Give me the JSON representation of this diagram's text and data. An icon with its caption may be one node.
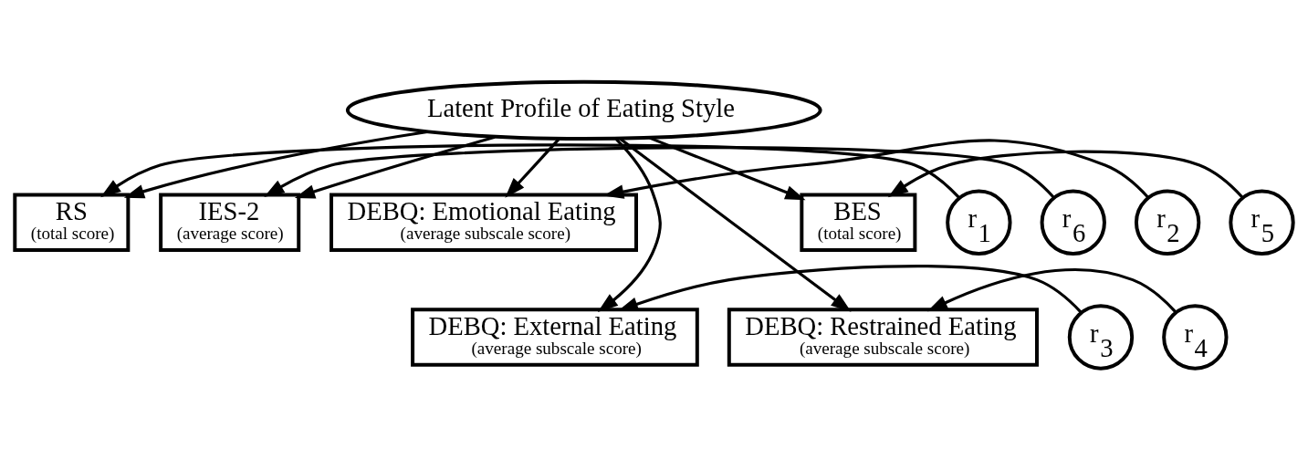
{
  "diagram": {
    "nodes": [
      {
        "text": [
          "Latent Profile of Eating Style"
        ]
      },
      {
        "text": [
          "RS",
          "(total score)"
        ]
      },
      {
        "text": [
          "IES-2",
          "(average score)"
        ]
      },
      {
        "text": [
          "DEBQ: Emotional Eating",
          "(average subscale score)"
        ]
      },
      {
        "text": [
          "DEBQ: External Eating",
          "(average subscale score)"
        ]
      },
      {
        "text": [
          "DEBQ: Restrained Eating",
          "(average subscale score)"
        ]
      },
      {
        "text": [
          "BES",
          "(total score)"
        ]
      },
      {
        "text": [
          "r$_{1}$"
        ]
      },
      {
        "text": [
          "r$_{6}$"
        ]
      },
      {
        "text": [
          "r$_{2}$"
        ]
      },
      {
        "text": [
          "r$_{3}$"
        ]
      },
      {
        "text": [
          "r$_{4}$"
        ]
      },
      {
        "text": [
          "r$_{5}$"
        ]
      }
    ],
    "edges": [
      {
        "from": 0,
        "to": 1,
        "arrow": "to"
      },
      {
        "from": 0,
        "to": 2,
        "arrow": "to"
      },
      {
        "from": 0,
        "to": 3,
        "arrow": "to"
      },
      {
        "from": 0,
        "to": 4,
        "arrow": "to"
      },
      {
        "from": 0,
        "to": 5,
        "arrow": "to"
      },
      {
        "from": 0,
        "to": 6,
        "arrow": "to"
      },
      {
        "from": 7,
        "to": 1,
        "arrow": "to"
      },
      {
        "from": 8,
        "to": 2,
        "arrow": "to"
      },
      {
        "from": 9,
        "to": 3,
        "arrow": "to"
      },
      {
        "from": 10,
        "to": 4,
        "arrow": "to"
      },
      {
        "from": 11,
        "to": 5,
        "arrow": "to"
      },
      {
        "from": 12,
        "to": 6,
        "arrow": "to"
      }
    ]
  }
}
